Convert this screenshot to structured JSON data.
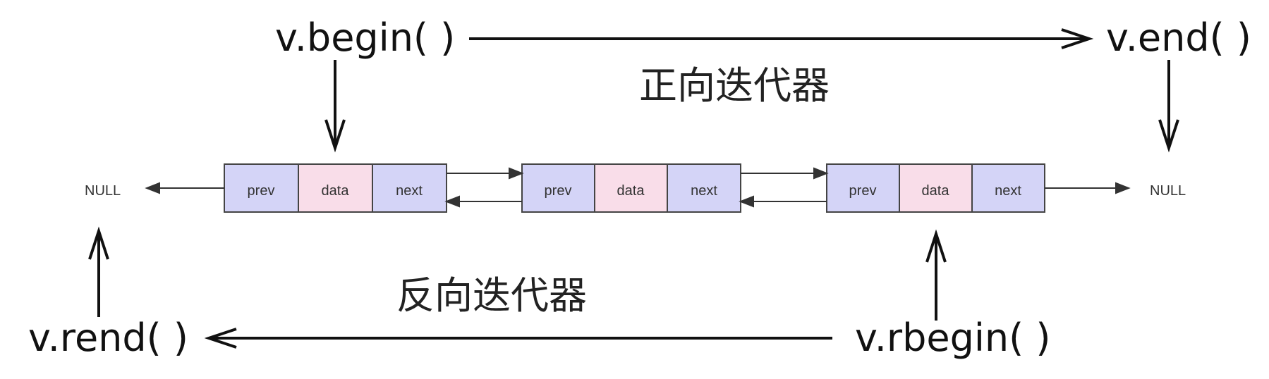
{
  "labels": {
    "begin": "v.begin( )",
    "end": "v.end( )",
    "rbegin": "v.rbegin( )",
    "rend": "v.rend( )",
    "forward_iterator": "正向迭代器",
    "reverse_iterator": "反向迭代器",
    "null_left": "NULL",
    "null_right": "NULL"
  },
  "nodes": [
    {
      "prev": "prev",
      "data": "data",
      "next": "next"
    },
    {
      "prev": "prev",
      "data": "data",
      "next": "next"
    },
    {
      "prev": "prev",
      "data": "data",
      "next": "next"
    }
  ],
  "colors": {
    "pointer_cell": "#d4d4f7",
    "data_cell": "#f9dde9",
    "border": "#444444",
    "arrow": "#111111",
    "link_arrow": "#333333"
  }
}
